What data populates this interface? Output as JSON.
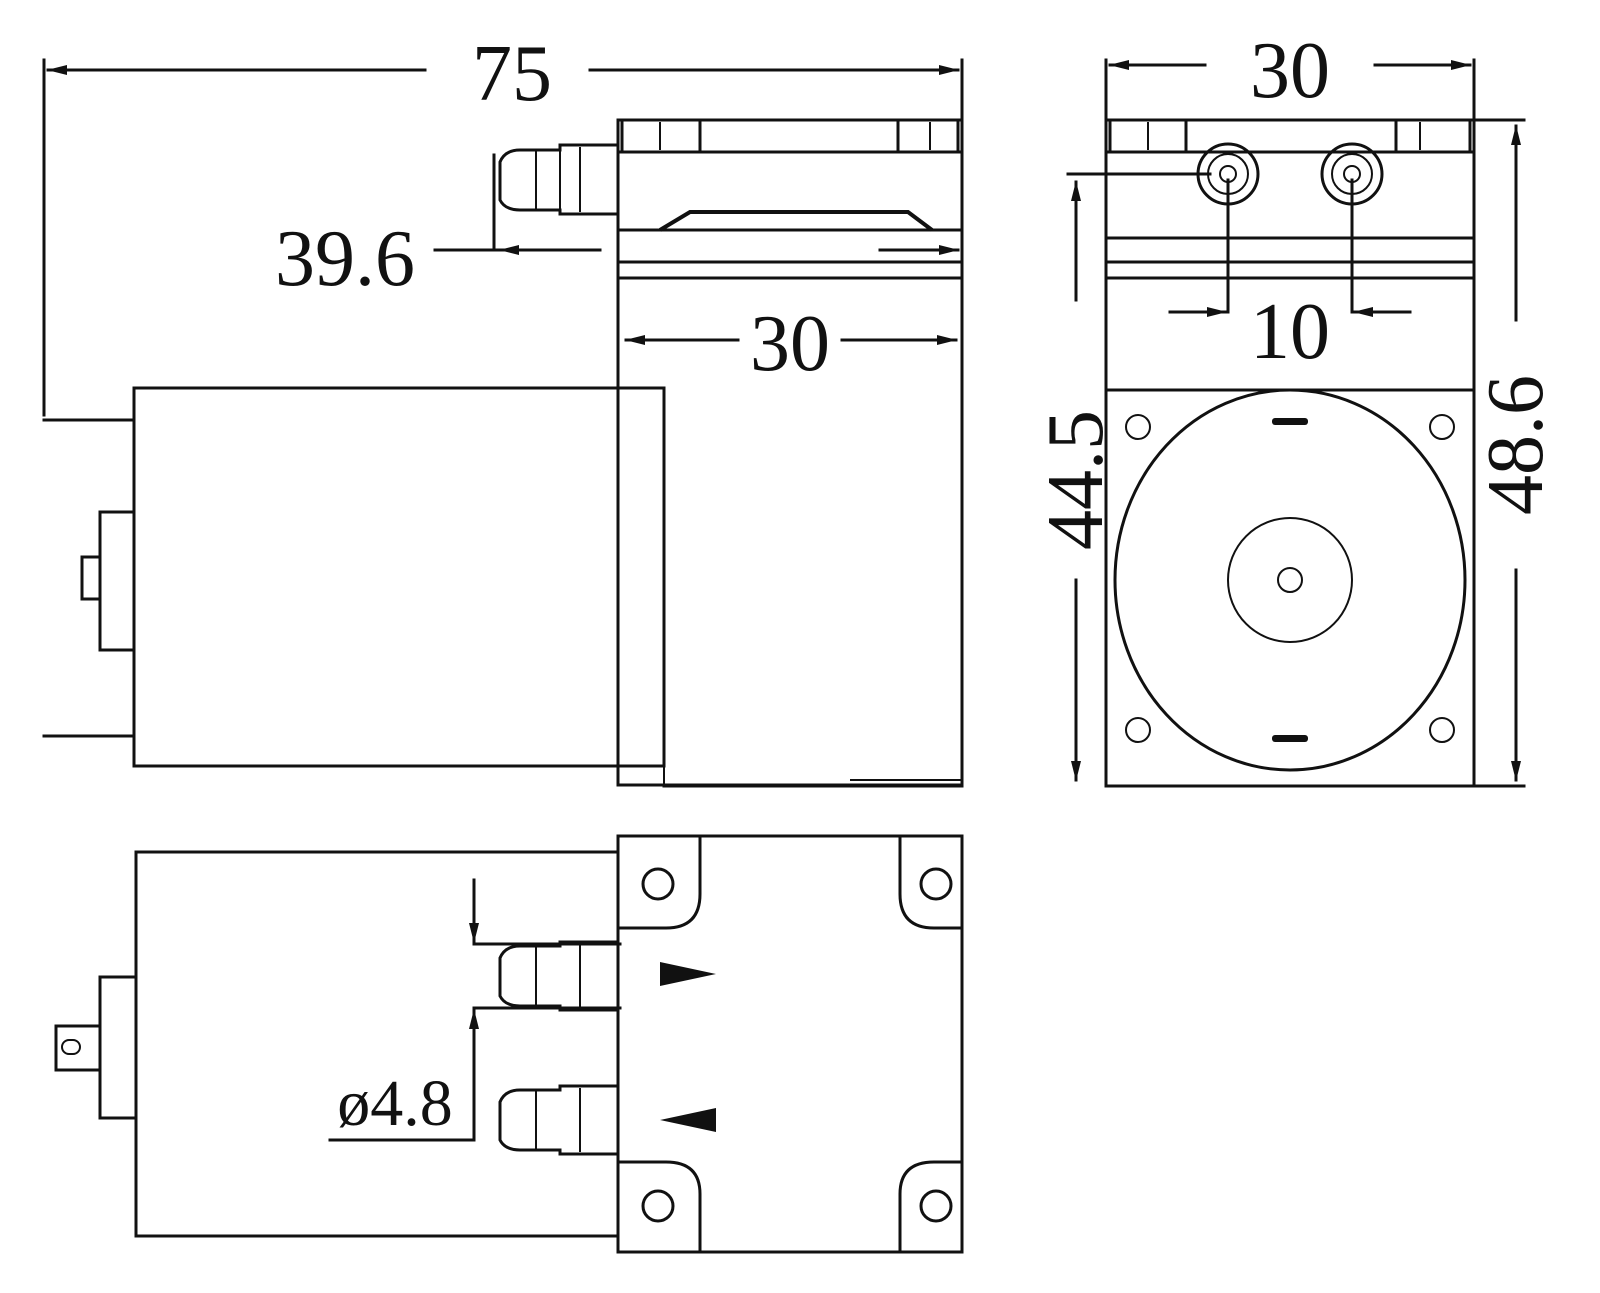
{
  "dimensions": {
    "overall_length": "75",
    "outlet_distance": "39.6",
    "head_length": "30",
    "front_width": "30",
    "port_spacing": "10",
    "height_inner": "44.5",
    "height_overall": "48.6",
    "nozzle_diameter": "ø4.8"
  }
}
